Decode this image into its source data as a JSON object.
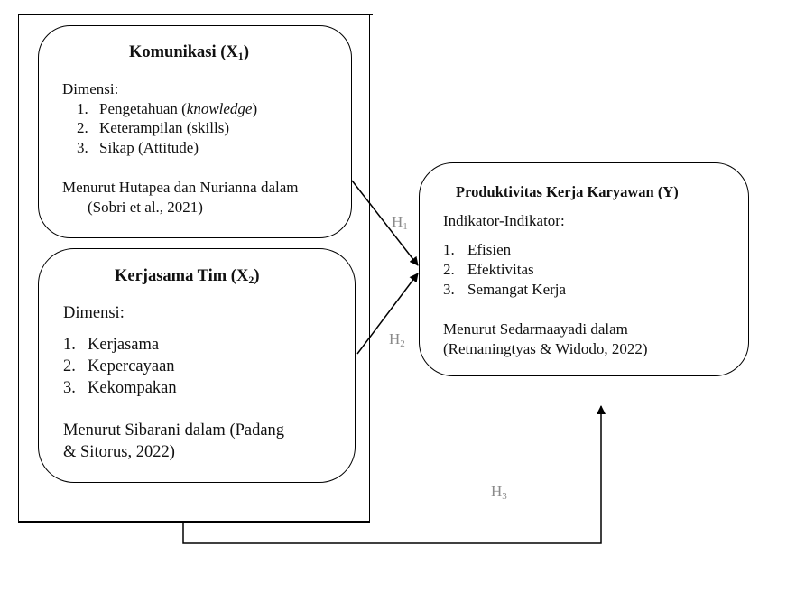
{
  "x1": {
    "title": "Komunikasi (X",
    "title_sub": "1",
    "title_end": ")",
    "dimensi_label": "Dimensi:",
    "items": [
      {
        "num": "1.",
        "text": "Pengetahuan (",
        "italic": "knowledge",
        "end": ")"
      },
      {
        "num": "2.",
        "text": "Keterampilan (skills)"
      },
      {
        "num": "3.",
        "text": "Sikap (Attitude)"
      }
    ],
    "source_line1": "Menurut Hutapea dan Nurianna dalam",
    "source_line2": "(Sobri et al., 2021)"
  },
  "x2": {
    "title": "Kerjasama Tim (X",
    "title_sub": "2",
    "title_end": ")",
    "dimensi_label": "Dimensi:",
    "items": [
      {
        "num": "1.",
        "text": "Kerjasama"
      },
      {
        "num": "2.",
        "text": "Kepercayaan"
      },
      {
        "num": "3.",
        "text": "Kekompakan"
      }
    ],
    "source_line1": "Menurut Sibarani dalam (Padang",
    "source_line2": "& Sitorus, 2022)"
  },
  "y": {
    "title": "Produktivitas Kerja Karyawan (Y)",
    "indikator_label": "Indikator-Indikator:",
    "items": [
      {
        "num": "1.",
        "text": "Efisien"
      },
      {
        "num": "2.",
        "text": "Efektivitas"
      },
      {
        "num": "3.",
        "text": "Semangat Kerja"
      }
    ],
    "source_line1": "Menurut Sedarmaayadi dalam",
    "source_line2": "(Retnaningtyas & Widodo, 2022)"
  },
  "hypotheses": {
    "h1": {
      "label": "H",
      "sub": "1"
    },
    "h2": {
      "label": "H",
      "sub": "2"
    },
    "h3": {
      "label": "H",
      "sub": "3"
    }
  }
}
